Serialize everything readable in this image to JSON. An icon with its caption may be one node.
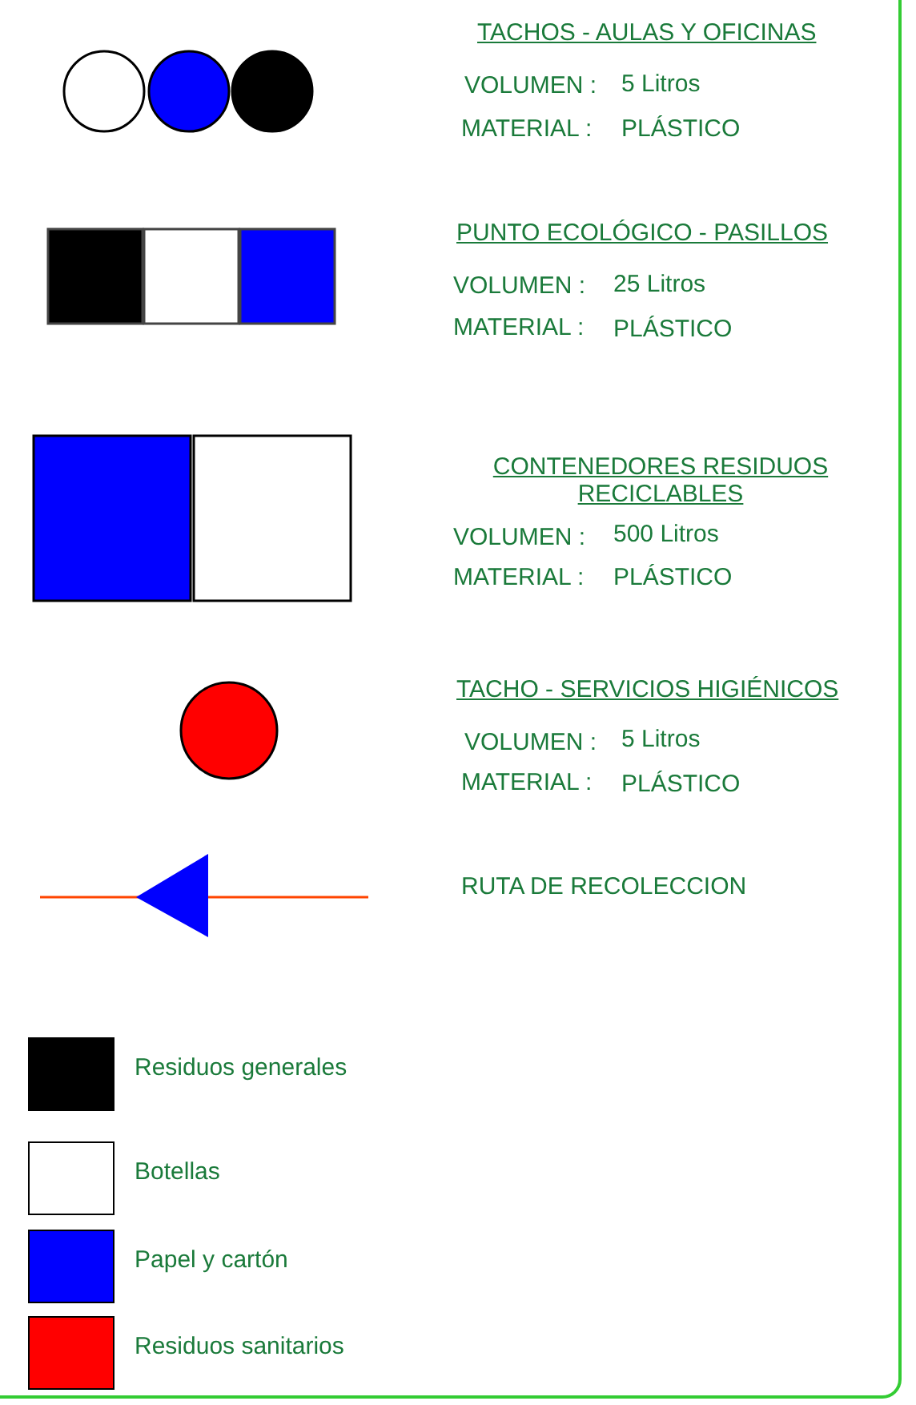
{
  "diagram": {
    "labels": [
      "TACHOS - AULAS Y OFICINAS",
      "VOLUMEN :",
      "5 Litros",
      "MATERIAL :",
      "PLÁSTICO",
      "PUNTO ECOLÓGICO - PASILLOS",
      "VOLUMEN :",
      "25 Litros",
      "MATERIAL :",
      "PLÁSTICO",
      "CONTENEDORES RESIDUOS RECICLABLES",
      "VOLUMEN :",
      "500 Litros",
      "MATERIAL :",
      "PLÁSTICO",
      "TACHO - SERVICIOS HIGIÉNICOS",
      "VOLUMEN :",
      "5 Litros",
      "MATERIAL :",
      "PLÁSTICO",
      "RUTA DE RECOLECCION"
    ],
    "legend": [
      {
        "text": "Residuos generales",
        "color": "#000000"
      },
      {
        "text": "Botellas",
        "color": "#ffffff"
      },
      {
        "text": "Papel y cartón",
        "color": "#0000ff"
      },
      {
        "text": "Residuos sanitarios",
        "color": "#ff0000"
      }
    ]
  }
}
